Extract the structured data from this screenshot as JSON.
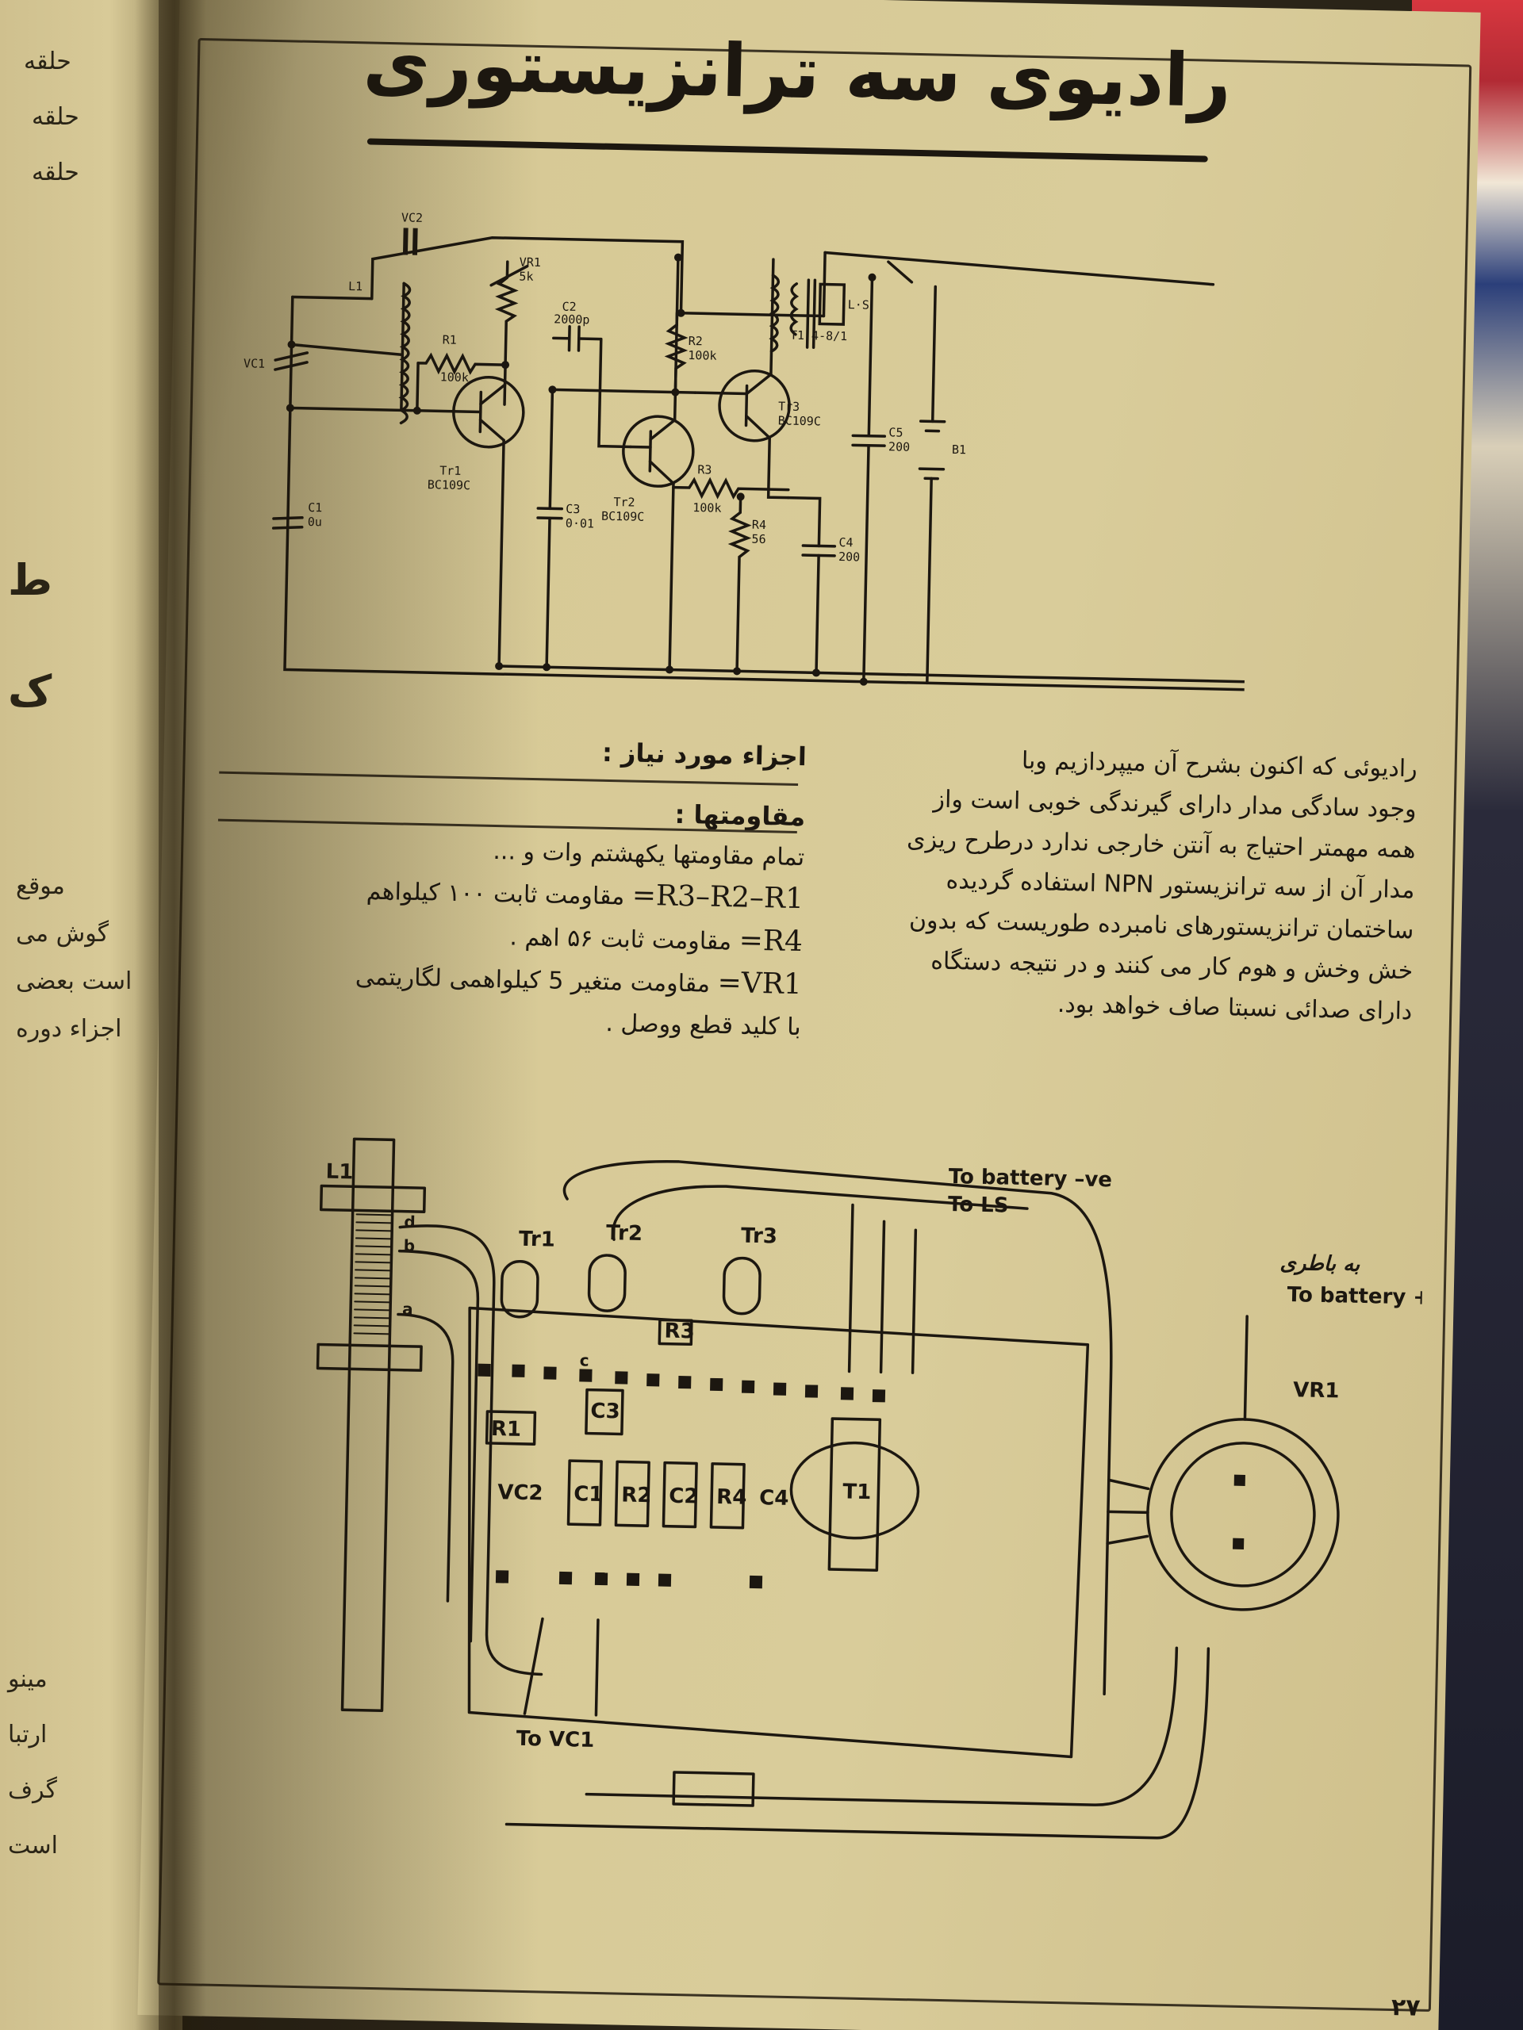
{
  "page": {
    "title": "رادیوی سه ترانزیستوری",
    "page_number": "۲۷"
  },
  "schematic": {
    "labels": {
      "vc2": "VC2",
      "vc1": "VC1",
      "vr1": "VR1",
      "vr1_val": "5k",
      "c2": "C2",
      "c2_val": "2000p",
      "l1": "L1",
      "r1": "R1",
      "r1_val": "100k",
      "tr1": "Tr1",
      "tr1_type": "BC109C",
      "tr2": "Tr2",
      "tr2_type": "BC109C",
      "tr3": "Tr3",
      "tr3_type": "BC109C",
      "r2": "R2",
      "r2_val": "100k",
      "r3": "R3",
      "r3_val": "100k",
      "r4": "R4",
      "r4_val": "56",
      "c1": "C1",
      "c1_val": "0u",
      "c3": "C3",
      "c3_val": "0·01",
      "c4": "C4",
      "c4_val": "200",
      "c5": "C5",
      "c5_val": "200",
      "t1": "T1",
      "t1_val": "T1 4-8/1",
      "ls": "L·S",
      "b1": "B1"
    }
  },
  "body_text": [
    "رادیوئی که اکنون بشرح آن میپردازیم وبا",
    "وجود سادگی مدار دارای گیرندگی خوبی است واز",
    "همه مهمتر احتیاج به آنتن خارجی ندارد درطرح ریزی",
    "مدار آن از سه ترانزیستور NPN استفاده گردیده",
    "ساختمان ترانزیستورهای نامبرده طوریست که بدون",
    "خش وخش و هوم کار می کنند و در نتیجه دستگاه",
    "دارای صدائی نسبتا صاف خواهد بود."
  ],
  "parts": {
    "heading": "اجزاء مورد نیاز :",
    "resistors_heading": "مقاومتها :",
    "all_resistors": "تمام مقاومتها یکهشتم وات و ...",
    "line1_parts": "=R3–R2–R1",
    "line1_desc": "مقاومت ثابت ۱۰۰ کیلواهم",
    "line2_parts": "=R4",
    "line2_desc": "مقاومت ثابت ۵۶ اهم .",
    "line3_parts": "=VR1",
    "line3_desc": "مقاومت متغیر 5 کیلواهمی لگاریتمی",
    "line4": "با کلید قطع ووصل ."
  },
  "wiring": {
    "labels": {
      "l1": "L1",
      "tr1": "Tr1",
      "tr2": "Tr2",
      "tr3": "Tr3",
      "r1": "R1",
      "r2": "R2",
      "r3": "R3",
      "r4": "R4",
      "c1": "C1",
      "c2": "C2",
      "c3": "C3",
      "c4": "C4",
      "vc2": "VC2",
      "t1": "T1",
      "vr1": "VR1",
      "to_vc1": "To VC1",
      "to_battery_neg": "To battery –ve",
      "to_ls": "To LS",
      "to_battery_pos": "To battery +ve",
      "handwritten_note": "به باطری",
      "tap_a": "a",
      "tap_b": "b",
      "tap_c": "c",
      "tap_d": "d"
    }
  },
  "left_page_fragments": [
    "حلقه",
    "حلقه",
    "حلقه",
    "ط",
    "ک",
    "موقع",
    "گوش می",
    "است بعضی",
    "اجزاء دوره",
    "مینو",
    "ارتبا",
    "گرف",
    "است"
  ],
  "colors": {
    "paper": "#d9cc9a",
    "ink": "#1c1710"
  }
}
